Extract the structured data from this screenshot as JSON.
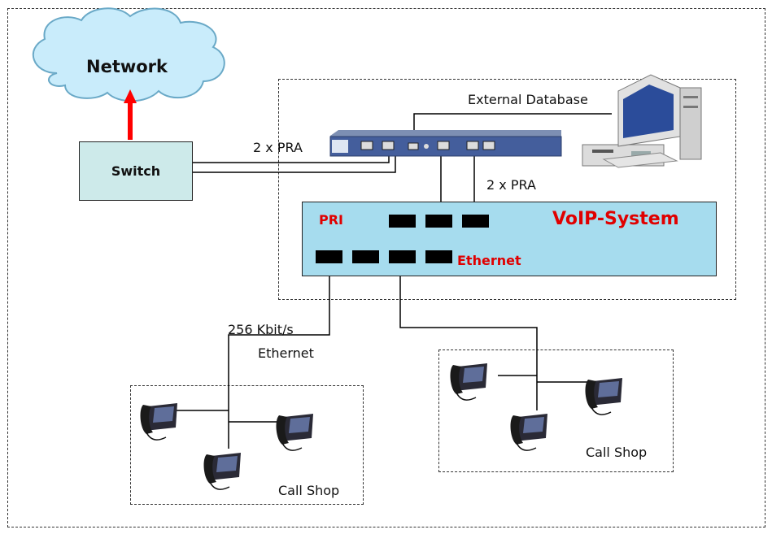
{
  "labels": {
    "network": "Network",
    "switch": "Switch",
    "pra_top": "2 x PRA",
    "pra_right": "2 x PRA",
    "external_database": "External Database",
    "pri": "PRI",
    "voip_system": "VoIP-System",
    "ethernet_port": "Ethernet",
    "bandwidth": "256 Kbit/s",
    "ethernet_link": "Ethernet",
    "call_shop_left": "Call Shop",
    "call_shop_right": "Call Shop"
  },
  "icons": [
    "cloud-icon",
    "uplink-arrow-icon",
    "gateway-device-icon",
    "computer-icon",
    "desk-phone-icon"
  ],
  "colors": {
    "cloud": "#c9ecfb",
    "switch": "#cdeaea",
    "voip": "#a6dcee",
    "highlight": "#e00000",
    "arrow": "#ff0000"
  }
}
